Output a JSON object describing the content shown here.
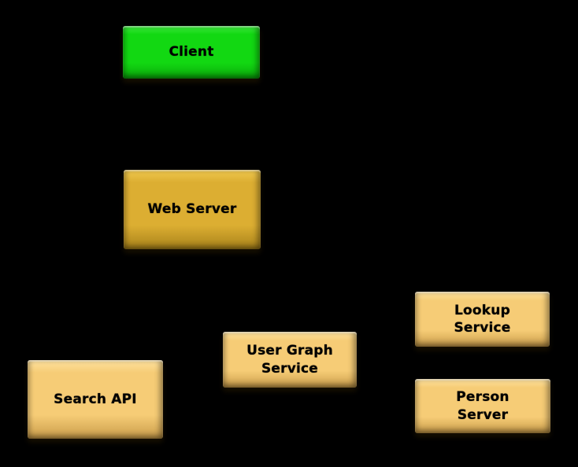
{
  "diagram": {
    "background_color": "#000000",
    "label_text_color": "#000000",
    "nodes": [
      {
        "id": "client",
        "label": "Client",
        "fill": "#12D812",
        "fill_light": "#3FE93F",
        "fill_dark": "#0BA80B"
      },
      {
        "id": "web-server",
        "label": "Web Server",
        "fill": "#DCAE32",
        "fill_light": "#F0C94F",
        "fill_dark": "#A8821A"
      },
      {
        "id": "search-api",
        "label": "Search API",
        "fill": "#F6CC76",
        "fill_light": "#FFE3A0",
        "fill_dark": "#C99C4A"
      },
      {
        "id": "user-graph-service",
        "label": "User Graph\nService",
        "fill": "#F6CC76",
        "fill_light": "#FFE3A0",
        "fill_dark": "#C99C4A"
      },
      {
        "id": "lookup-service",
        "label": "Lookup\nService",
        "fill": "#F6CC76",
        "fill_light": "#FFE3A0",
        "fill_dark": "#C99C4A"
      },
      {
        "id": "person-server",
        "label": "Person\nServer",
        "fill": "#F6CC76",
        "fill_light": "#FFE3A0",
        "fill_dark": "#C99C4A"
      }
    ]
  }
}
